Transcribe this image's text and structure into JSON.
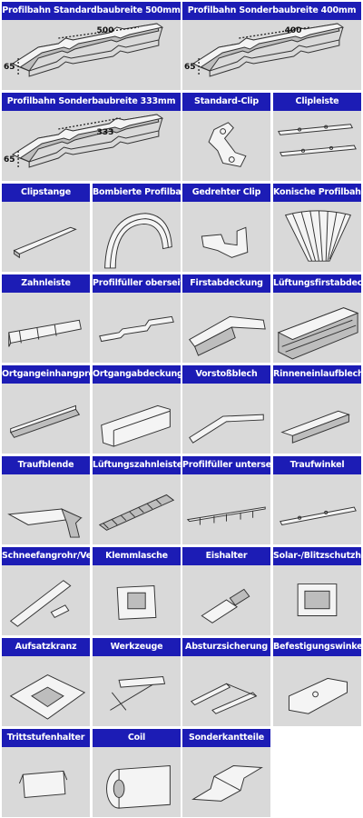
{
  "tiles": [
    {
      "label": "Profilbahn Standardbaubreite 500mm",
      "icon": "roof-panel-500-icon",
      "dim_width": "500",
      "dim_height": "65"
    },
    {
      "label": "Profilbahn Sonderbaubreite 400mm",
      "icon": "roof-panel-400-icon",
      "dim_width": "400",
      "dim_height": "65"
    },
    {
      "label": "Profilbahn Sonderbaubreite 333mm",
      "icon": "roof-panel-333-icon",
      "dim_width": "333",
      "dim_height": "65"
    },
    {
      "label": "Standard-Clip",
      "icon": "standard-clip-icon"
    },
    {
      "label": "Clipleiste",
      "icon": "clip-strip-icon"
    },
    {
      "label": "Clipstange",
      "icon": "clip-bar-icon"
    },
    {
      "label": "Bombierte Profilbahn",
      "icon": "curved-panel-icon"
    },
    {
      "label": "Gedrehter Clip",
      "icon": "twisted-clip-icon"
    },
    {
      "label": "Konische Profilbahn",
      "icon": "conical-panel-icon"
    },
    {
      "label": "Zahnleiste",
      "icon": "tooth-strip-icon"
    },
    {
      "label": "Profilfüller oberseitig",
      "icon": "profile-filler-top-icon"
    },
    {
      "label": "Firstabdeckung",
      "icon": "ridge-cover-icon"
    },
    {
      "label": "Lüftungsfirstabdeckung",
      "icon": "vented-ridge-cover-icon"
    },
    {
      "label": "Ortgangeinhangprofil",
      "icon": "verge-hanger-profile-icon"
    },
    {
      "label": "Ortgangabdeckung",
      "icon": "verge-cover-icon"
    },
    {
      "label": "Vorstoßblech",
      "icon": "front-sheet-icon"
    },
    {
      "label": "Rinneneinlaufblech",
      "icon": "gutter-inlet-sheet-icon"
    },
    {
      "label": "Traufblende",
      "icon": "eaves-trim-icon"
    },
    {
      "label": "Lüftungszahnleiste",
      "icon": "vented-tooth-strip-icon"
    },
    {
      "label": "Profilfüller unterseitig",
      "icon": "profile-filler-bottom-icon"
    },
    {
      "label": "Traufwinkel",
      "icon": "eaves-angle-icon"
    },
    {
      "label": "Schneefangrohr/Verbinder",
      "icon": "snow-guard-tube-icon"
    },
    {
      "label": "Klemmlasche",
      "icon": "clamp-tab-icon"
    },
    {
      "label": "Eishalter",
      "icon": "ice-holder-icon"
    },
    {
      "label": "Solar-/Blitzschutzhalter",
      "icon": "solar-lightning-holder-icon"
    },
    {
      "label": "Aufsatzkranz",
      "icon": "mounting-collar-icon"
    },
    {
      "label": "Werkzeuge",
      "icon": "tools-icon"
    },
    {
      "label": "Absturzsicherung",
      "icon": "fall-protection-icon"
    },
    {
      "label": "Befestigungswinkel",
      "icon": "fastening-bracket-icon"
    },
    {
      "label": "Trittstufenhalter",
      "icon": "step-holder-icon"
    },
    {
      "label": "Coil",
      "icon": "coil-icon"
    },
    {
      "label": "Sonderkantteile",
      "icon": "special-folded-parts-icon"
    }
  ]
}
